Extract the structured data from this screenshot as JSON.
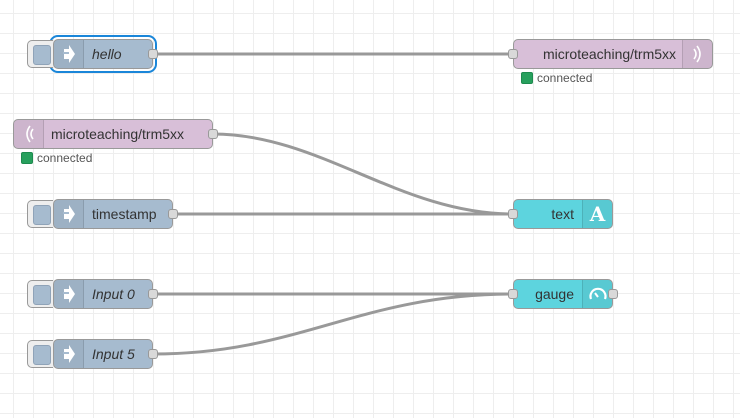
{
  "canvas": {
    "grid_color": "#eeeeee",
    "wire_color": "#999999",
    "selection_color": "#1a86d9"
  },
  "nodes": {
    "inject_hello": {
      "label": "hello",
      "icon": "inject-arrow-icon",
      "color": "#a6bbcf"
    },
    "mqtt_out": {
      "label": "microteaching/trm5xx",
      "icon": "mqtt-bridge-icon",
      "color": "#d8bfd8"
    },
    "mqtt_in": {
      "label": "microteaching/trm5xx",
      "icon": "mqtt-bridge-icon",
      "color": "#d8bfd8"
    },
    "inject_timestamp": {
      "label": "timestamp",
      "icon": "inject-arrow-icon",
      "color": "#a6bbcf"
    },
    "ui_text": {
      "label": "text",
      "icon": "font-icon",
      "color": "#5dd4de"
    },
    "inject_input0": {
      "label": "Input 0",
      "icon": "inject-arrow-icon",
      "color": "#a6bbcf"
    },
    "ui_gauge": {
      "label": "gauge",
      "icon": "gauge-icon",
      "color": "#5dd4de"
    },
    "inject_input5": {
      "label": "Input 5",
      "icon": "inject-arrow-icon",
      "color": "#a6bbcf"
    }
  },
  "statuses": {
    "mqtt_out": {
      "text": "connected",
      "color": "#27a05d"
    },
    "mqtt_in": {
      "text": "connected",
      "color": "#27a05d"
    }
  }
}
